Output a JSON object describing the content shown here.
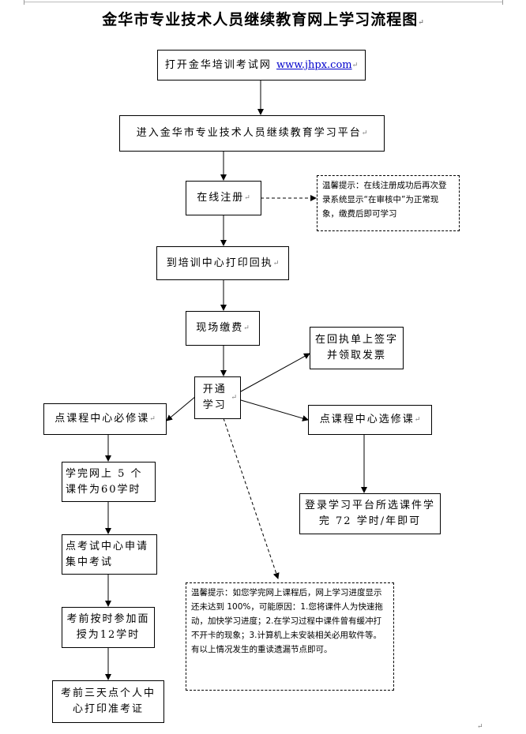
{
  "title": "金华市专业技术人员继续教育网上学习流程图",
  "nodes": {
    "open_site": {
      "label": "打开金华培训考试网",
      "link": "www.jhpx.com"
    },
    "enter_platform": "进入金华市专业技术人员继续教育学习平台",
    "register": "在线注册",
    "print_receipt": "到培训中心打印回执",
    "pay_onsite": "现场缴费",
    "sign_invoice": "在回执单上签字并领取发票",
    "open_study": "开通学习",
    "required_course": "点课程中心必修课",
    "elective_course": "点课程中心选修课",
    "study_60": "学完网上 5 个课件为60学时",
    "login_elective": "登录学习平台所选课件学完 72 学时/年即可",
    "exam_apply": "点考试中心申请集中考试",
    "face_teaching": "考前按时参加面授为12学时",
    "print_ticket": "考前三天点个人中心打印准考证"
  },
  "notes": {
    "register_tip": "温馨提示：在线注册成功后再次登录系统显示“在审核中”为正常现象，缴费后即可学习",
    "progress_tip": "温馨提示：如您学完网上课程后，网上学习进度显示还未达到 100%，可能原因：1.您将课件人为快速拖动，加快学习进度；2.在学习过程中课件曾有缓冲打不开卡的现象；3.计算机上未安装相关必用软件等。有以上情况发生的重读遗漏节点即可。"
  }
}
